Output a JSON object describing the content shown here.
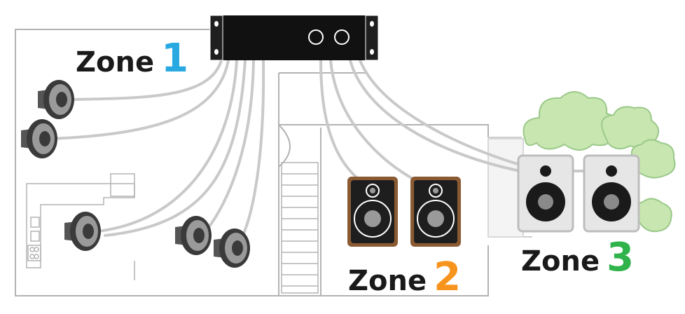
{
  "zones": [
    {
      "word": "Zone",
      "number": "1",
      "color": "#29a9e1"
    },
    {
      "word": "Zone",
      "number": "2",
      "color": "#f7941d"
    },
    {
      "word": "Zone",
      "number": "3",
      "color": "#2fb34a"
    }
  ],
  "colors": {
    "wire": "#c9c9c9",
    "wall": "#b3b3b3",
    "speaker_dark": "#3a3a3a",
    "speaker_wood": "#8a5a33",
    "speaker_white": "#e6e6e6",
    "tree": "#c8e6b0",
    "amplifier": "#111111"
  },
  "icons": [
    "amplifier-icon",
    "in-ceiling-speaker-icon",
    "bookshelf-speaker-icon",
    "outdoor-speaker-icon",
    "tree-icon",
    "staircase-icon",
    "kitchen-icon"
  ]
}
